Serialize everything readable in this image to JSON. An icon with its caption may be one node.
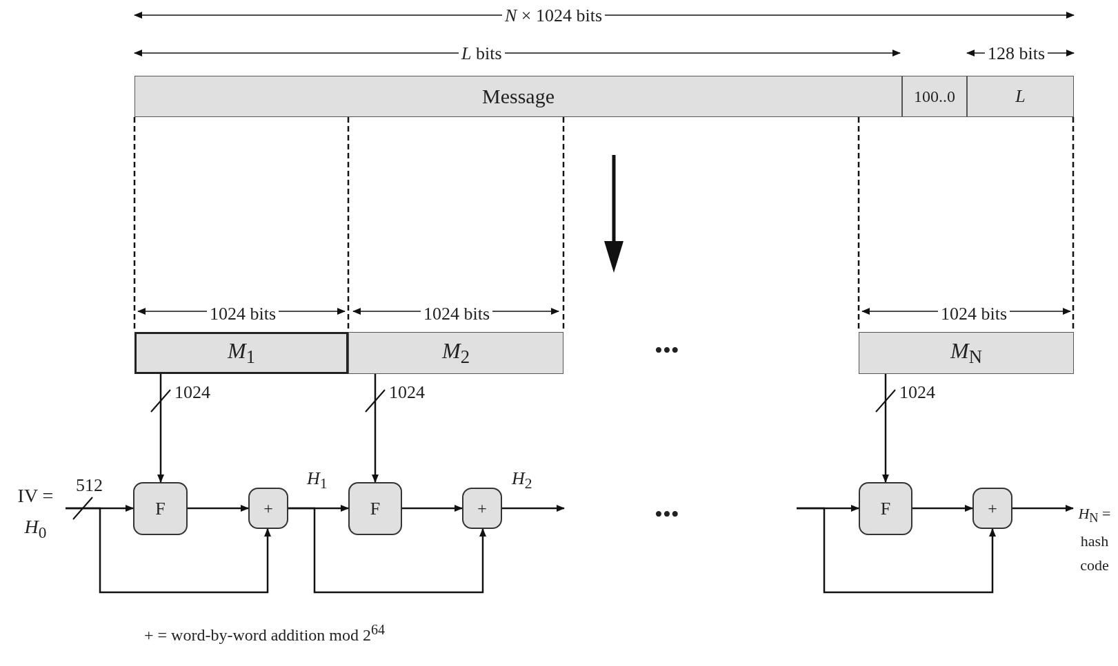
{
  "diagram": {
    "nodes": [
      {
        "text": [
          "Message"
        ]
      },
      {
        "text": [
          "100..0"
        ]
      },
      {
        "text": [
          "L"
        ]
      },
      {
        "text": [
          "*M*$_{1}$"
        ]
      },
      {
        "text": [
          "*M*$_{2}$"
        ]
      },
      {
        "text": [
          "*M*$_{N}$"
        ]
      },
      {
        "text": [
          "IV = *H*$_{0}$"
        ]
      },
      {
        "text": [
          "F"
        ]
      },
      {
        "text": [
          "+"
        ]
      },
      {
        "text": [
          "F"
        ]
      },
      {
        "text": [
          "+"
        ]
      },
      {
        "text": [
          "F"
        ]
      },
      {
        "text": [
          "+"
        ]
      },
      {
        "text": [
          "*H*$_{N}$ = hash code"
        ]
      }
    ],
    "edges": [
      {
        "from": 3,
        "to": 7,
        "arrow": "to",
        "label": "1024"
      },
      {
        "from": 4,
        "to": 9,
        "arrow": "to",
        "label": "1024"
      },
      {
        "from": 5,
        "to": 11,
        "arrow": "to",
        "label": "1024"
      },
      {
        "from": 6,
        "to": 7,
        "arrow": "to",
        "label": "512"
      },
      {
        "from": 6,
        "to": 8,
        "arrow": "to"
      },
      {
        "from": 7,
        "to": 8,
        "arrow": "to"
      },
      {
        "from": 8,
        "to": 9,
        "arrow": "to",
        "label": "*H*$_{1}$"
      },
      {
        "from": 8,
        "to": 10,
        "arrow": "to"
      },
      {
        "from": 9,
        "to": 10,
        "arrow": "to"
      },
      {
        "from": 10,
        "to": null,
        "arrow": "to",
        "label": "*H*$_{2}$"
      },
      {
        "from": null,
        "to": 11,
        "arrow": "to"
      },
      {
        "from": null,
        "to": 12,
        "arrow": "to"
      },
      {
        "from": 11,
        "to": 12,
        "arrow": "to"
      },
      {
        "from": 12,
        "to": 13,
        "arrow": "to"
      },
      {
        "from": 0,
        "to": 3,
        "arrow": "none",
        "style": "dashed"
      },
      {
        "from": 0,
        "to": 4,
        "arrow": "none",
        "style": "dashed"
      },
      {
        "from": 0,
        "to": 5,
        "arrow": "none",
        "style": "dashed"
      },
      {
        "from": 2,
        "to": 5,
        "arrow": "none",
        "style": "dashed"
      }
    ],
    "labels": [
      "*N* × 1024 bits",
      "*L* bits",
      "128 bits",
      "1024 bits",
      "1024 bits",
      "1024 bits",
      "•••",
      "•••",
      "+ = word-by-word addition mod 2$^{64}$"
    ]
  }
}
